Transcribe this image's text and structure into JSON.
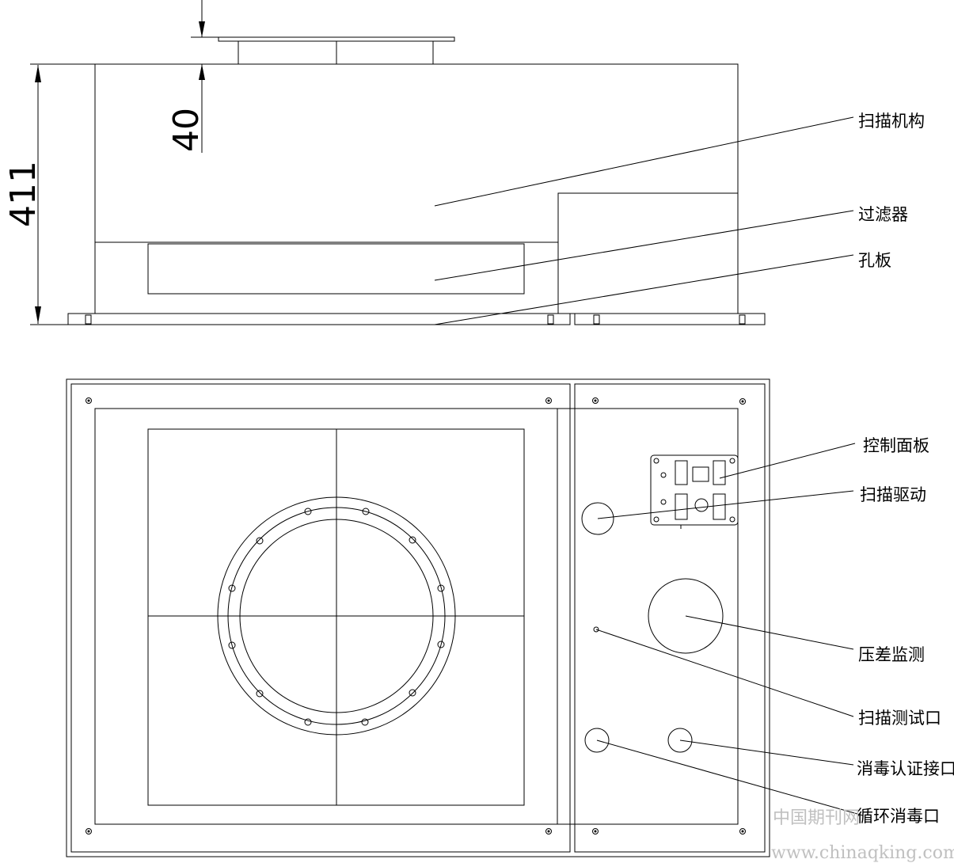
{
  "dimensions": {
    "total_height": "411",
    "top_offset": "40"
  },
  "callouts": {
    "scan_mechanism": "扫描机构",
    "filter": "过滤器",
    "orifice_plate": "孔板",
    "control_panel": "控制面板",
    "scan_drive": "扫描驱动",
    "pressure_monitor": "压差监测",
    "scan_test_port": "扫描测试口",
    "disinfection_cert_port": "消毒认证接口",
    "circulation_disinfection_port": "循环消毒口"
  },
  "watermark": {
    "source_cn": "中国期刊网",
    "url": "www.chinaqking.com"
  }
}
